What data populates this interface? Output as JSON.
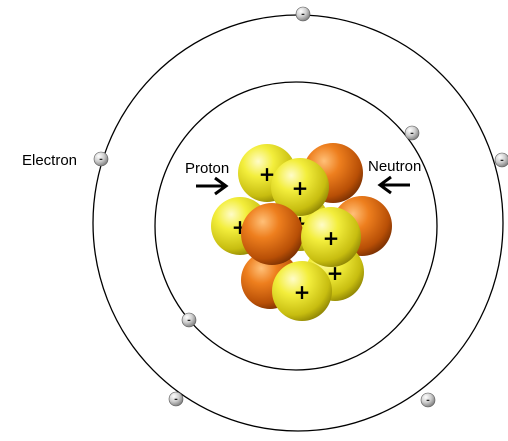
{
  "labels": {
    "electron": "Electron",
    "proton": "Proton",
    "neutron": "Neutron"
  },
  "symbols": {
    "proton_charge": "+",
    "electron_charge": "-"
  },
  "colors": {
    "orbit": "#000000",
    "proton": "#e6e020",
    "neutron": "#e06a0c",
    "electron": "#bdbdbd",
    "background": "#ffffff"
  },
  "icons": {
    "proton_pointer": "arrow-right-icon",
    "neutron_pointer": "arrow-left-icon"
  }
}
